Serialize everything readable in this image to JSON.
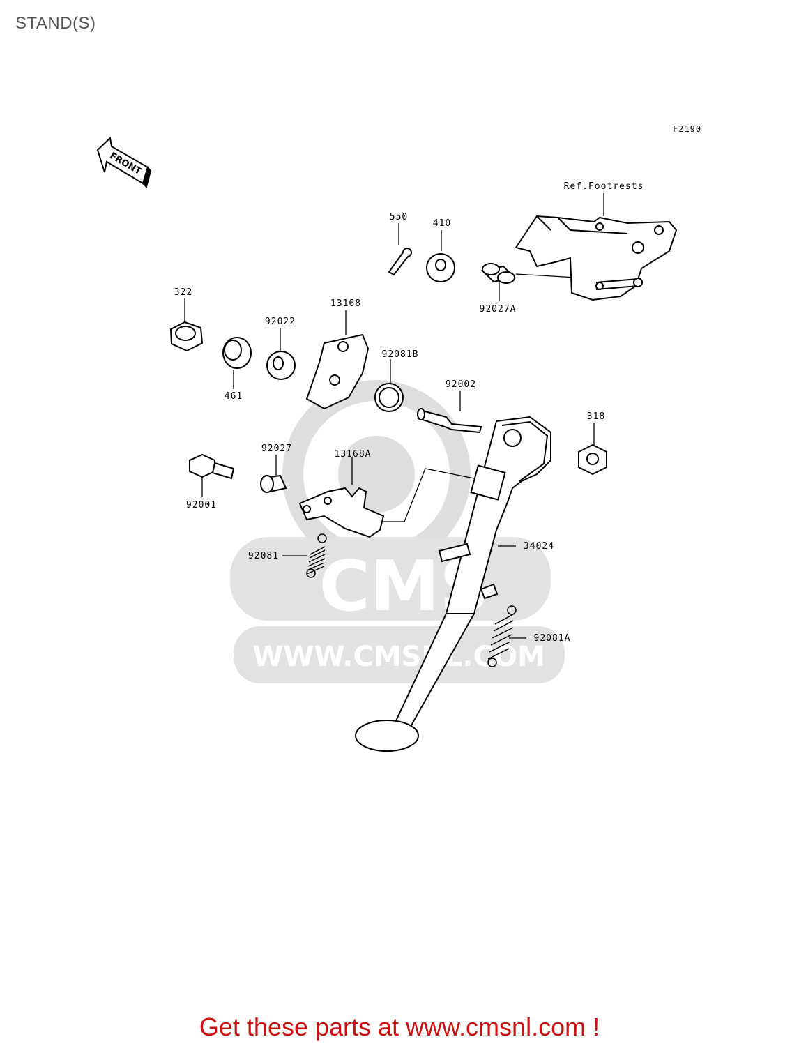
{
  "page": {
    "title": "STAND(S)",
    "figure_code": "F2190",
    "front_badge": "FRONT"
  },
  "watermark": {
    "brand": "CMS",
    "url": "WWW.CMSNL.COM"
  },
  "labels": {
    "ref_footrests": "Ref.Footrests",
    "p550": "550",
    "p410": "410",
    "p92027A": "92027A",
    "p322": "322",
    "p461": "461",
    "p92022": "92022",
    "p13168": "13168",
    "p92081B": "92081B",
    "p92002": "92002",
    "p318": "318",
    "p92027": "92027",
    "p13168A": "13168A",
    "p92001": "92001",
    "p92081": "92081",
    "p34024": "34024",
    "p92081A": "92081A"
  },
  "footer": {
    "cta": "Get these parts at www.cmsnl.com !"
  },
  "colors": {
    "title": "#555555",
    "cta": "#cc1111",
    "watermark": "#d9d9d9",
    "line": "#000000"
  }
}
